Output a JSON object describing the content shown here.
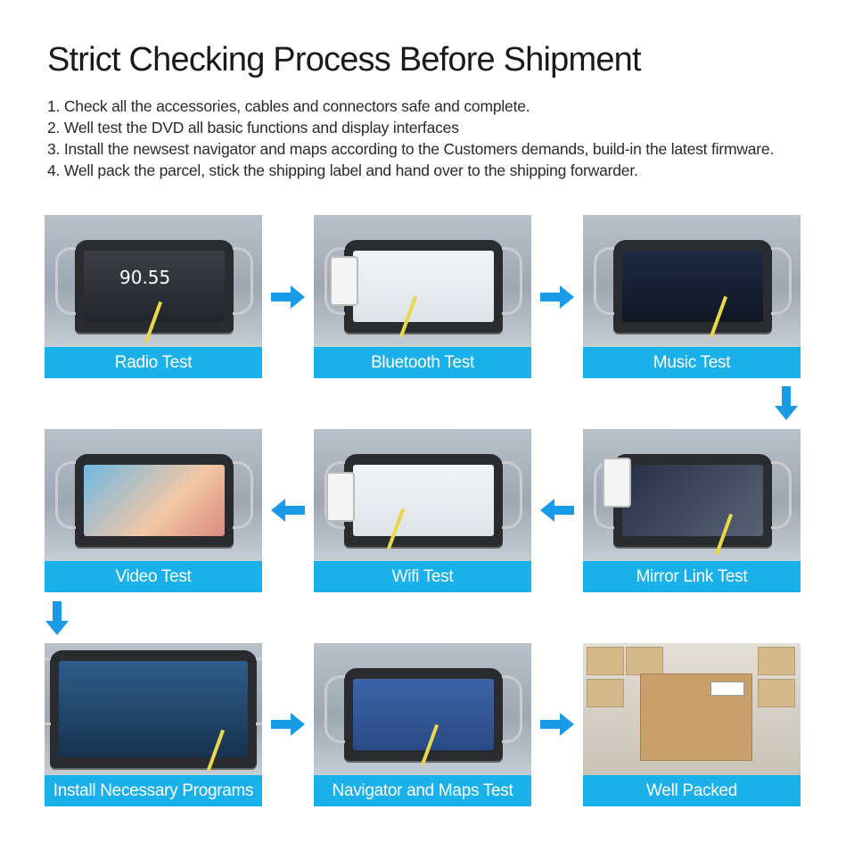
{
  "heading": "Strict Checking Process Before Shipment",
  "steps": [
    "1. Check all the accessories, cables and connectors safe and complete.",
    "2. Well test the DVD all basic functions and display interfaces",
    "3. Install the newsest navigator and maps according to the Customers demands, build-in the latest firmware.",
    "4. Well pack the parcel, stick the shipping label and hand over to the shipping forwarder."
  ],
  "cards": [
    {
      "caption": "Radio Test"
    },
    {
      "caption": "Bluetooth Test"
    },
    {
      "caption": "Music Test"
    },
    {
      "caption": "Video Test"
    },
    {
      "caption": "Wifi Test"
    },
    {
      "caption": "Mirror Link Test"
    },
    {
      "caption": "Install Necessary Programs"
    },
    {
      "caption": "Navigator and Maps Test"
    },
    {
      "caption": "Well Packed"
    }
  ],
  "radio_screen": {
    "frequency": "90.55"
  },
  "colors": {
    "caption_bg": "#1ab0ea",
    "arrow": "#1a9be8"
  },
  "icons": {
    "arrow_right": "arrow-right-icon",
    "arrow_left": "arrow-left-icon",
    "arrow_down": "arrow-down-icon"
  }
}
